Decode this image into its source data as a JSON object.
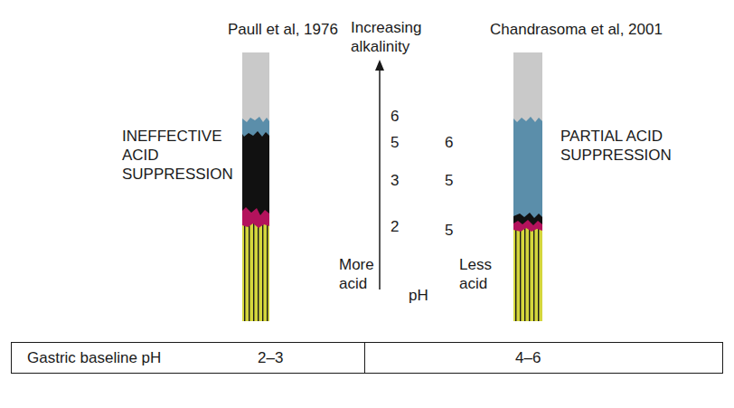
{
  "diagram": {
    "labels": [
      "Paull et al, 1976",
      "Chandrasoma et al, 2001",
      "Increasing alkalinity",
      "INEFFECTIVE ACID SUPPRESSION",
      "PARTIAL ACID SUPPRESSION",
      "6",
      "5",
      "6",
      "3",
      "5",
      "2",
      "5",
      "More acid",
      "Less acid",
      "pH",
      "Gastric baseline pH",
      "2–3",
      "4–6"
    ]
  }
}
